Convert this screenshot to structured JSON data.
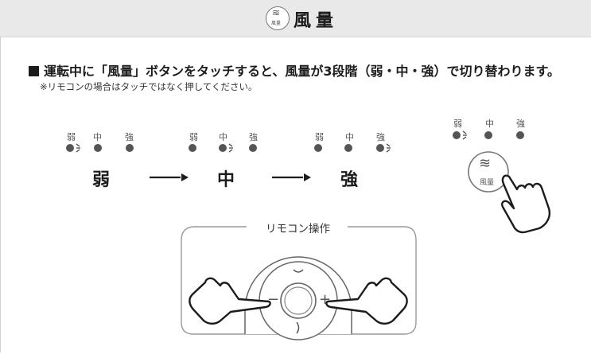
{
  "header": {
    "title": "風量",
    "badge": {
      "top": "≋",
      "bottom": "風量"
    }
  },
  "intro": "運転中に「風量」ボタンをタッチすると、風量が3段階（弱・中・強）で切り替わります。",
  "note": "※リモコンの場合はタッチではなく押してください。",
  "levels": [
    "弱",
    "中",
    "強"
  ],
  "states": [
    {
      "big_label": "弱",
      "active": 0
    },
    {
      "big_label": "中",
      "active": 1
    },
    {
      "big_label": "強",
      "active": 2
    }
  ],
  "button_panel": {
    "active": 0,
    "button": {
      "top": "≋",
      "bottom": "風量"
    }
  },
  "remote": {
    "label": "リモコン操作",
    "minus": "−",
    "plus": "+"
  },
  "colors": {
    "dot": "#555555",
    "header_bg": "#e9e9e9"
  }
}
